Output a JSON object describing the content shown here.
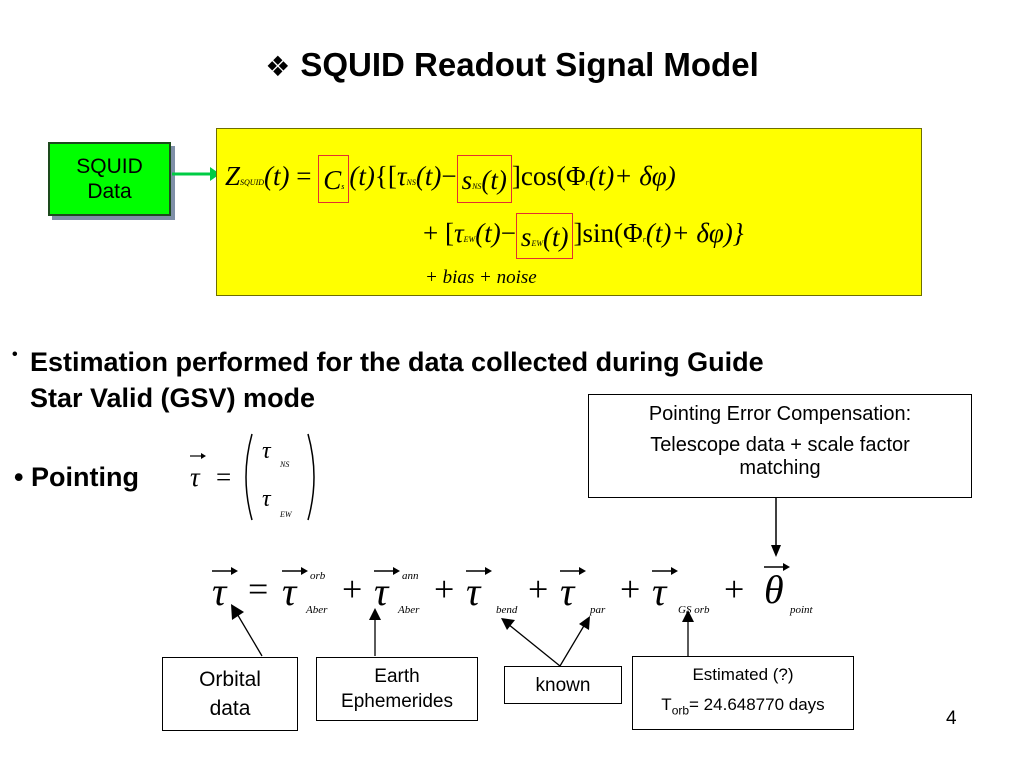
{
  "slide": {
    "title_marker": "❖",
    "title": "SQUID Readout Signal Model",
    "page_number": "4"
  },
  "squid_box": {
    "line1": "SQUID",
    "line2": "Data"
  },
  "signal_equation": {
    "line1": {
      "lhs": "Z",
      "lhs_sub": "SQUID",
      "t": "(t)",
      "eq": "=",
      "C": "C",
      "C_sub": "s",
      "open": "{[",
      "tau": "τ",
      "tau_sub": "NS",
      "minus": "−",
      "s": "s",
      "s_sub": "NS",
      "close_cos": "]cos(",
      "Phi": "Φ",
      "Phi_sub": "r",
      "plus_delta": "+ δφ)"
    },
    "line2": {
      "plus_open": "+ [",
      "tau": "τ",
      "tau_sub": "EW",
      "minus": "−",
      "s": "s",
      "s_sub": "EW",
      "close_sin": "]sin(",
      "Phi": "Φ",
      "Phi_sub": "r",
      "plus_delta_close": "+ δφ)}"
    },
    "line3": {
      "text": "+ bias  + noise"
    }
  },
  "bullets": [
    {
      "marker": "•",
      "line1": "Estimation performed for the data collected during Guide",
      "line2": "Star Valid (GSV) mode"
    },
    {
      "marker": "•",
      "line1": "Pointing"
    }
  ],
  "pointing_vector": {
    "lhs": "τ",
    "eq": "=",
    "top": "τ",
    "top_sub": "NS",
    "bottom": "τ",
    "bottom_sub": "EW"
  },
  "pointing_error_box": {
    "line1": "Pointing Error Compensation:",
    "line2": "Telescope data + scale factor",
    "line3": "matching"
  },
  "tau_equation": {
    "lhs": "τ",
    "eq": "=",
    "terms": [
      {
        "sym": "τ",
        "sup": "orb",
        "sub": "Aber"
      },
      {
        "sym": "τ",
        "sup": "ann",
        "sub": "Aber"
      },
      {
        "sym": "τ",
        "sup": "",
        "sub": "bend"
      },
      {
        "sym": "τ",
        "sup": "",
        "sub": "par"
      },
      {
        "sym": "τ",
        "sup": "",
        "sub": "GS orb"
      },
      {
        "sym": "θ",
        "sup": "",
        "sub": "point"
      }
    ],
    "plus": "+"
  },
  "labels": {
    "orbital": {
      "line1": "Orbital",
      "line2": "data"
    },
    "earth": {
      "line1": "Earth",
      "line2": "Ephemerides"
    },
    "known": {
      "text": "known"
    },
    "estimated": {
      "line1": "Estimated (?)",
      "t": "T",
      "t_sub": "orb",
      "value": "= 24.648770 days"
    }
  },
  "colors": {
    "squid_box": "#00ff00",
    "equation_box": "#ffff00",
    "highlight": "#e23030",
    "arrow_green": "#00cc44"
  }
}
